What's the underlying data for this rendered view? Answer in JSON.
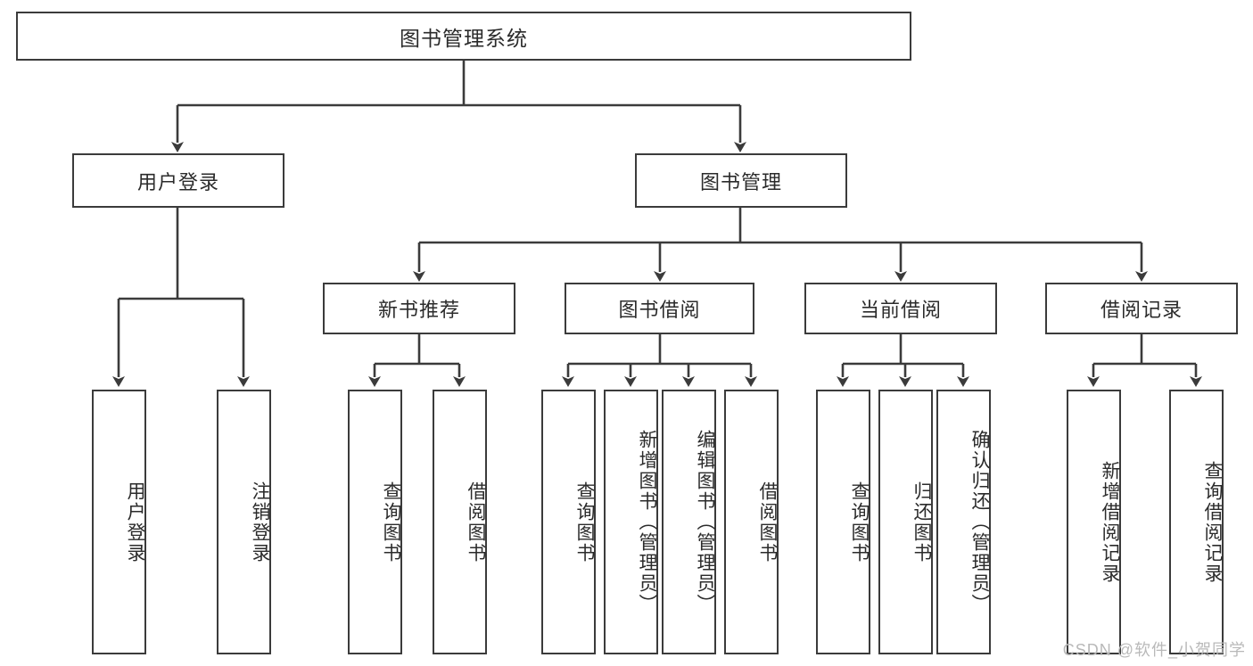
{
  "diagram": {
    "title": "图书管理系统",
    "watermark": "CSDN @软件_小贺同学",
    "line_color": "#3b3b3b",
    "box_fill": "#ffffff",
    "text_color": "#2b2b2b",
    "watermark_color": "#b9b9b9",
    "levels": {
      "level1": [
        {
          "label": "用户登录"
        },
        {
          "label": "图书管理"
        }
      ],
      "level2": [
        {
          "label": "新书推荐"
        },
        {
          "label": "图书借阅"
        },
        {
          "label": "当前借阅"
        },
        {
          "label": "借阅记录"
        }
      ],
      "leaves": {
        "user_login": [
          {
            "label": "用户登录"
          },
          {
            "label": "注销登录"
          }
        ],
        "new_book_recommend": [
          {
            "label": "查询图书"
          },
          {
            "label": "借阅图书"
          }
        ],
        "book_borrow": [
          {
            "label": "查询图书"
          },
          {
            "label": "新增图书（管理员）"
          },
          {
            "label": "编辑图书（管理员）"
          },
          {
            "label": "借阅图书"
          }
        ],
        "current_borrow": [
          {
            "label": "查询图书"
          },
          {
            "label": "归还图书"
          },
          {
            "label": "确认归还（管理员）"
          }
        ],
        "borrow_record": [
          {
            "label": "新增借阅记录"
          },
          {
            "label": "查询借阅记录"
          }
        ]
      }
    }
  }
}
